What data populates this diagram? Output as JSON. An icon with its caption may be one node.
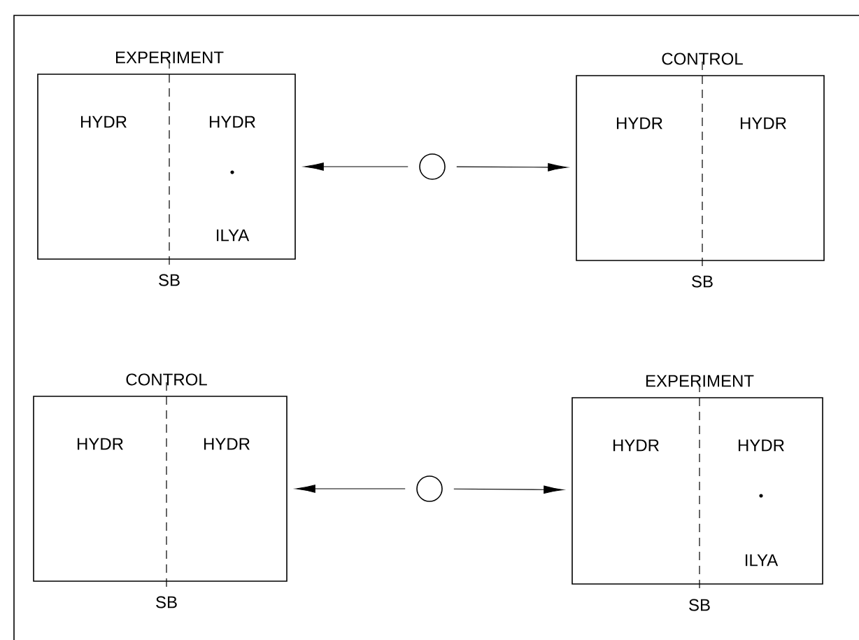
{
  "diagram": {
    "nodes": [
      {
        "text": [
          "EXPERIMENT",
          "HYDR",
          "HYDR",
          "ILYA"
        ],
        "beside": [
          "SB"
        ]
      },
      {
        "text": [],
        "shape": "circle"
      },
      {
        "text": [
          "CONTROL",
          "HYDR",
          "HYDR"
        ],
        "beside": [
          "SB"
        ]
      },
      {
        "text": [
          "CONTROL",
          "HYDR",
          "HYDR"
        ],
        "beside": [
          "SB"
        ]
      },
      {
        "text": [],
        "shape": "circle"
      },
      {
        "text": [
          "EXPERIMENT",
          "HYDR",
          "HYDR",
          "ILYA"
        ],
        "beside": [
          "SB"
        ]
      }
    ],
    "edges": [
      {
        "from": 1,
        "to": 0,
        "arrow": "to"
      },
      {
        "from": 1,
        "to": 2,
        "arrow": "to"
      },
      {
        "from": 4,
        "to": 3,
        "arrow": "to"
      },
      {
        "from": 4,
        "to": 5,
        "arrow": "to"
      }
    ]
  }
}
